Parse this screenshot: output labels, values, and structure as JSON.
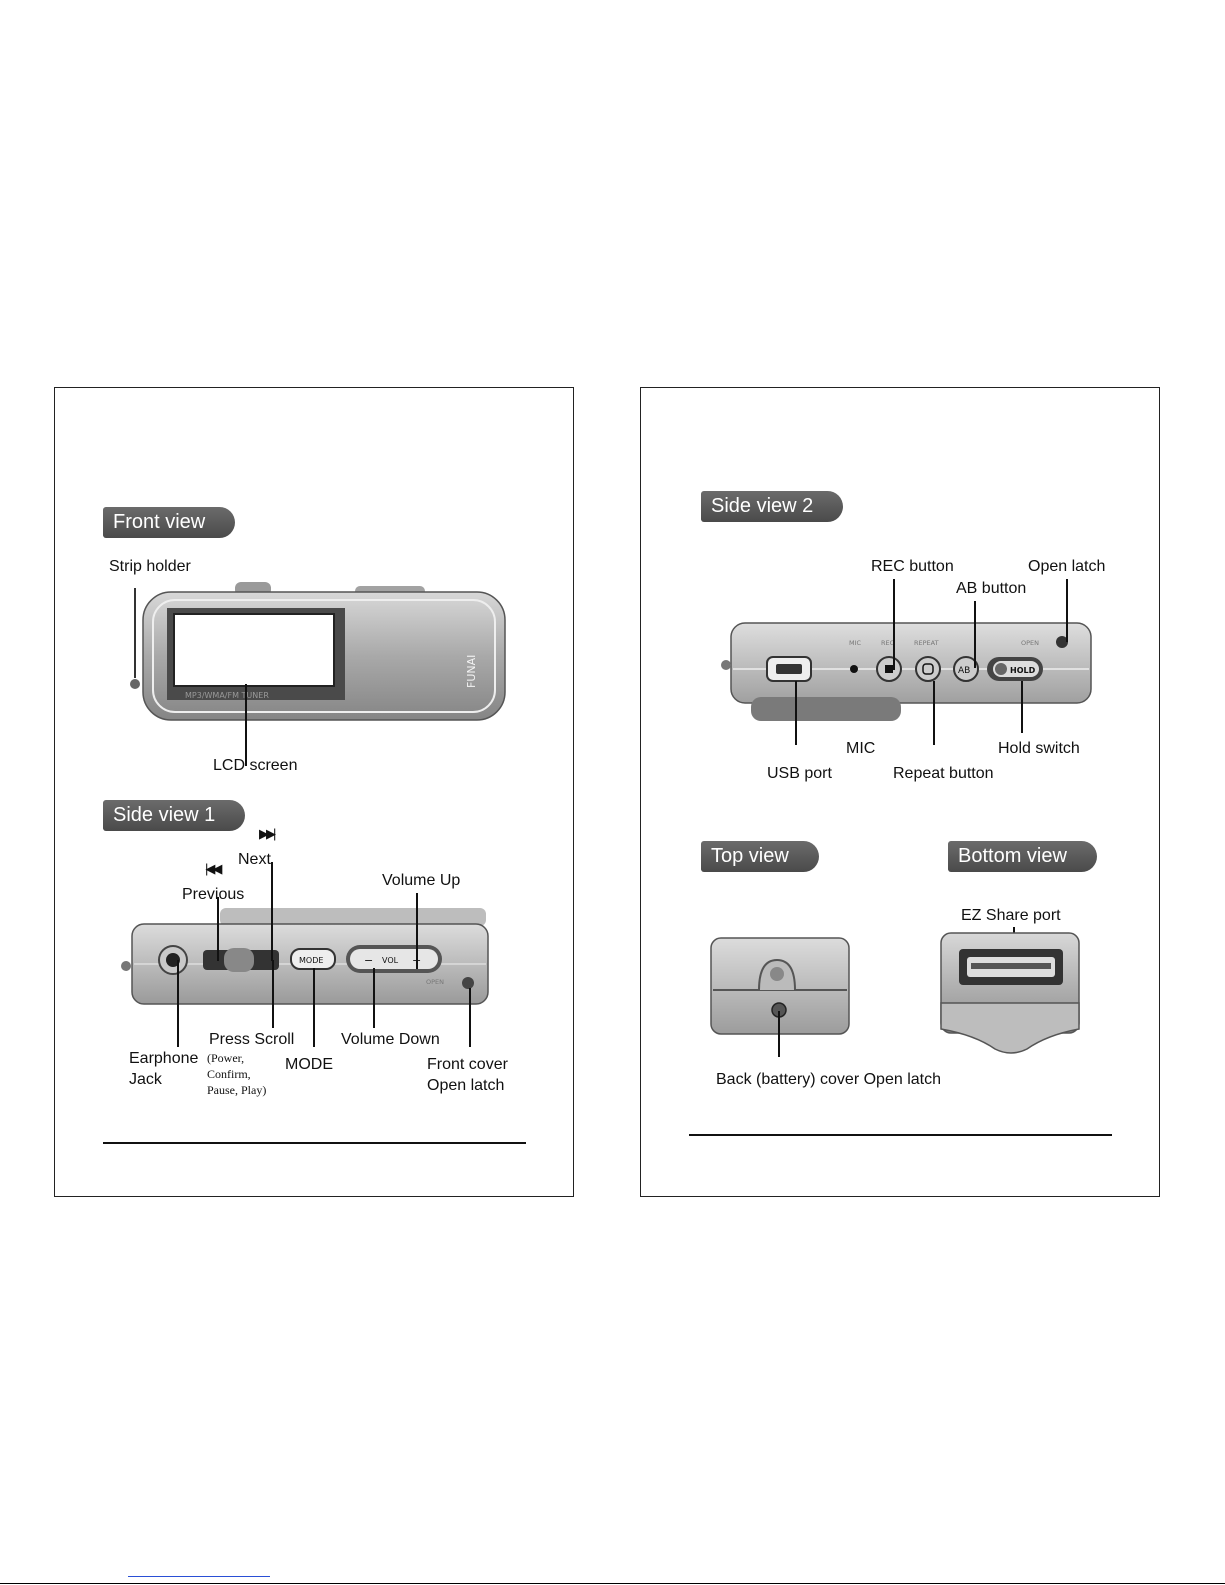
{
  "left_page": {
    "front_view": {
      "heading": "Front view",
      "strip_holder": "Strip holder",
      "lcd_screen": "LCD screen",
      "screen_band": "MP3/WMA/FM TUNER",
      "brand": "FUNAI"
    },
    "side_view_1": {
      "heading": "Side view 1",
      "next": "Next",
      "next_symbol": "▶▶|",
      "previous": "Previous",
      "previous_symbol": "|◀◀",
      "volume_up": "Volume Up",
      "earphone_line1": "Earphone",
      "earphone_line2": "Jack",
      "press_scroll": "Press Scroll",
      "press_scroll_detail_1": "(Power,",
      "press_scroll_detail_2": "Confirm,",
      "press_scroll_detail_3": "Pause, Play)",
      "mode": "MODE",
      "volume_down": "Volume Down",
      "front_cover_line1": "Front cover",
      "front_cover_line2": "Open latch",
      "mode_button": "MODE",
      "vol_button": "VOL",
      "vol_minus": "−",
      "vol_plus": "+",
      "open_mark": "OPEN"
    }
  },
  "right_page": {
    "side_view_2": {
      "heading": "Side view 2",
      "rec_button": "REC button",
      "open_latch": "Open latch",
      "ab_button": "AB button",
      "mic": "MIC",
      "hold_switch": "Hold switch",
      "usb_port": "USB port",
      "repeat_button": "Repeat button",
      "hold_label": "HOLD",
      "ab_label": "AB",
      "print_mic": "MIC",
      "print_rec": "REC",
      "print_repeat": "REPEAT",
      "print_open": "OPEN"
    },
    "top_view": {
      "heading": "Top view",
      "back_cover_latch": "Back (battery) cover Open latch"
    },
    "bottom_view": {
      "heading": "Bottom view",
      "ez_share_port": "EZ Share port"
    }
  }
}
